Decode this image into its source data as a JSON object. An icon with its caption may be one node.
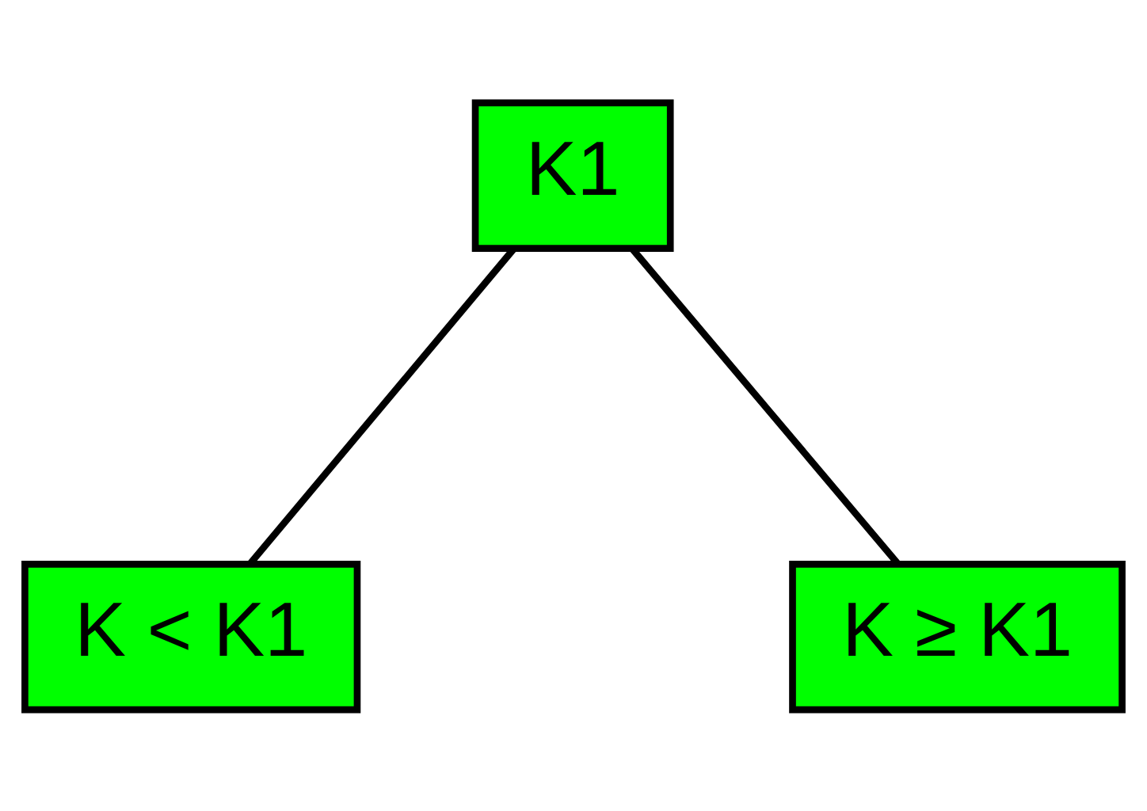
{
  "diagram": {
    "nodes": [
      {
        "text": [
          "K1"
        ]
      },
      {
        "text": [
          "K < K1"
        ]
      },
      {
        "text": [
          "K ≥ K1"
        ]
      }
    ],
    "edges": [
      {
        "from": 0,
        "to": 1,
        "arrow": "none"
      },
      {
        "from": 0,
        "to": 2,
        "arrow": "none"
      }
    ]
  }
}
